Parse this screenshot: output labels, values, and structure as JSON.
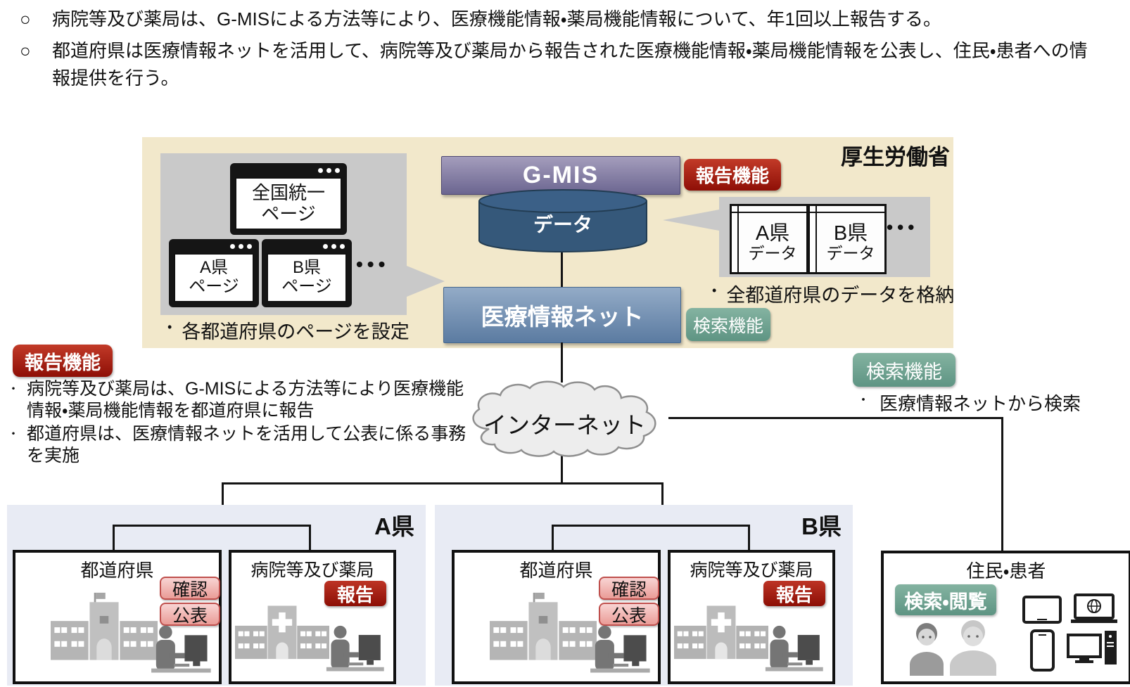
{
  "intro": {
    "marker": "○",
    "bullets": [
      "病院等及び薬局は、G-MISによる方法等により、医療機能情報・薬局機能情報について、年1回以上報告する。",
      "都道府県は医療情報ネットを活用して、病院等及び薬局から報告された医療機能情報・薬局機能情報を公表し、住民・患者への情報提供を行う。"
    ]
  },
  "ministry": {
    "title": "厚生労働省",
    "gmis": "G-MIS",
    "data": "データ",
    "net": "医療情報ネット",
    "report_badge": "報告機能",
    "search_badge": "検索機能",
    "pages_callout": {
      "main_window": {
        "line1": "全国統一",
        "line2": "ページ"
      },
      "window_a": {
        "line1": "A県",
        "line2": "ページ"
      },
      "window_b": {
        "line1": "B県",
        "line2": "ページ"
      },
      "dots": "•••",
      "note_marker": "•",
      "note": "各都道府県のページを設定"
    },
    "data_callout": {
      "table_a": {
        "line1": "A県",
        "line2": "データ"
      },
      "table_b": {
        "line1": "B県",
        "line2": "データ"
      },
      "dots": "•••",
      "note_marker": "•",
      "note": "全都道府県のデータを格納"
    }
  },
  "report_function": {
    "badge": "報告機能",
    "bullet_marker": "・",
    "bullets": [
      "病院等及び薬局は、G-MISによる方法等により医療機能情報・薬局機能情報を都道府県に報告",
      "都道府県は、医療情報ネットを活用して公表に係る事務を実施"
    ]
  },
  "search_function": {
    "badge": "検索機能",
    "bullet_marker": "・",
    "bullet": "医療情報ネットから検索"
  },
  "internet": "インターネット",
  "pref_a": {
    "name": "A県",
    "gov_title": "都道府県",
    "gov_badge1": "確認",
    "gov_badge2": "公表",
    "hosp_title": "病院等及び薬局",
    "hosp_badge": "報告"
  },
  "pref_b": {
    "name": "B県",
    "gov_title": "都道府県",
    "gov_badge1": "確認",
    "gov_badge2": "公表",
    "hosp_title": "病院等及び薬局",
    "hosp_badge": "報告"
  },
  "residents": {
    "title": "住民・患者",
    "badge": "検索・閲覧"
  },
  "colors": {
    "beige_bg": "#f2e8cb",
    "gray_callout": "#c9c9c9",
    "panel_bg": "#e8ebf4",
    "purple_bar": "#76709a",
    "blue_bar": "#6d89ac",
    "red_badge": "#a31105",
    "green_badge": "#6ba08d",
    "pink_badge": "#f0b5b3",
    "text": "#111111"
  }
}
